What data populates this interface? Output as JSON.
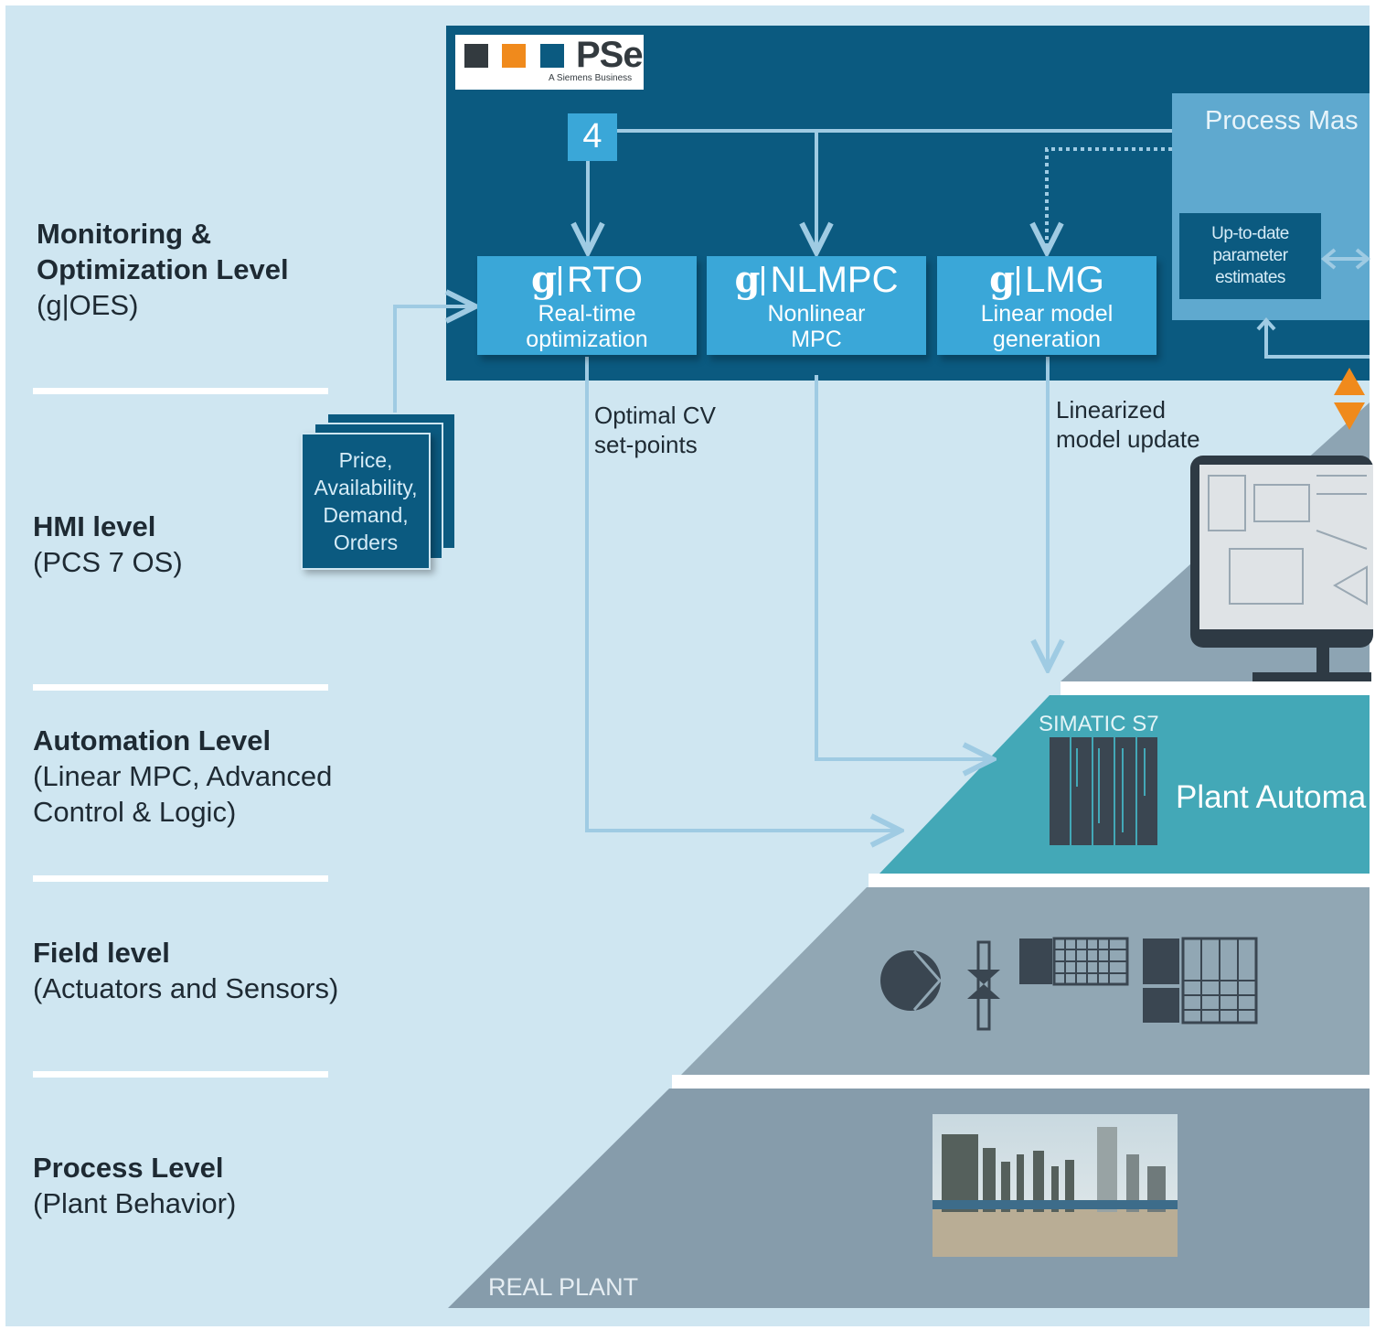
{
  "levels": [
    {
      "title": "Monitoring &",
      "title2": "Optimization Level",
      "subtitle": "(g|OES)"
    },
    {
      "title": "HMI level",
      "subtitle": "(PCS 7 OS)"
    },
    {
      "title": "Automation Level",
      "subtitle": "(Linear MPC, Advanced",
      "subtitle2": "Control & Logic)"
    },
    {
      "title": "Field level",
      "subtitle": "(Actuators and Sensors)"
    },
    {
      "title": "Process Level",
      "subtitle": "(Plant Behavior)"
    }
  ],
  "logo": {
    "text": "PSe",
    "tagline": "A Siemens Business"
  },
  "step_number": "4",
  "modules": [
    {
      "prefix": "g",
      "name": "RTO",
      "line1": "Real-time",
      "line2": "optimization"
    },
    {
      "prefix": "g",
      "name": "NLMPC",
      "line1": "Nonlinear",
      "line2": "MPC"
    },
    {
      "prefix": "g",
      "name": "LMG",
      "line1": "Linear model",
      "line2": "generation"
    }
  ],
  "process_master": {
    "title": "Process Mas",
    "estimates": [
      "Up-to-date",
      "parameter",
      "estimates"
    ]
  },
  "inputs_stack": [
    "Price,",
    "Availability,",
    "Demand,",
    "Orders"
  ],
  "annotations": {
    "optimal_cv": [
      "Optimal CV",
      "set-points"
    ],
    "linearized": [
      "Linearized",
      "model update"
    ]
  },
  "simatic": {
    "title": "SIMATIC S7",
    "caption": "Plant Automa"
  },
  "real_plant": "REAL PLANT",
  "colors": {
    "background": "#cfe6f1",
    "dark_panel": "#0b5a80",
    "module_box": "#3aa7d8",
    "process_master": "#5fa9cf",
    "pyramid_grey": "#8da4b3",
    "automation_teal": "#43a8b7",
    "field_grey": "#91a7b4",
    "process_grey": "#869cab",
    "arrow": "#9fcbe3",
    "accent_orange": "#f08a1c"
  }
}
